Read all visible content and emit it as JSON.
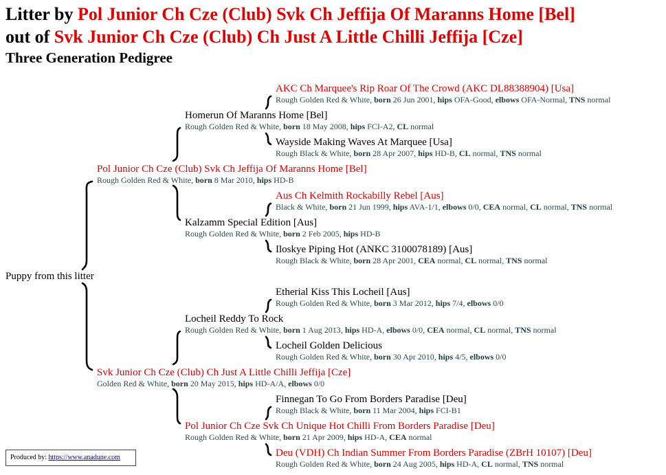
{
  "header": {
    "line1_prefix": "Litter by ",
    "sire": "Pol Junior Ch Cze (Club) Svk Ch Jeffija Of Maranns Home [Bel]",
    "line2_prefix": "out of ",
    "dam": "Svk Junior Ch Cze (Club) Ch Just A Little Chilli Jeffija [Cze]",
    "subtitle": "Three Generation Pedigree"
  },
  "puppy": "Puppy from this litter",
  "dogs": {
    "sire": {
      "name": "Pol Junior Ch Cze (Club) Svk Ch Jeffija Of Maranns Home [Bel]",
      "coat": "Rough Golden Red & White, ",
      "born": "8 Mar 2010",
      "hips": "HD-B"
    },
    "ss": {
      "name": "Homerun Of Maranns Home [Bel]",
      "coat": "Rough Golden Red & White, ",
      "born": "18 May 2008",
      "hips": "FCI-A2",
      "cl": "normal"
    },
    "sss": {
      "name": "AKC Ch Marquee's Rip Roar Of The Crowd (AKC DL88388904) [Usa]",
      "coat": "Rough Golden Red & White, ",
      "born": "26 Jun 2001",
      "hips": "OFA-Good",
      "elbows": "OFA-Normal",
      "tns": "normal"
    },
    "ssd": {
      "name": "Wayside Making Waves At Marquee [Usa]",
      "coat": "Rough Black & White, ",
      "born": "28 Apr 2007",
      "hips": "HD-B",
      "cl": "normal",
      "tns": "normal"
    },
    "sd": {
      "name": "Kalzamm Special Edition [Aus]",
      "coat": "Rough Golden Red & White, ",
      "born": "2 Feb 2005",
      "hips": "HD-B"
    },
    "sds": {
      "name": "Aus Ch Kelmith Rockabilly Rebel [Aus]",
      "coat": "Black & White, ",
      "born": "21 Jun 1999",
      "hips": "AVA-1/1",
      "elbows": "0/0",
      "cea": "normal",
      "cl": "normal",
      "tns": "normal"
    },
    "sdd": {
      "name": "Iloskye Piping Hot (ANKC 3100078189) [Aus]",
      "coat": "Rough Black & White, ",
      "born": "28 Apr 2001",
      "cea": "normal",
      "cl": "normal",
      "tns": "normal"
    },
    "dam": {
      "name": "Svk Junior Ch Cze (Club) Ch Just A Little Chilli Jeffija [Cze]",
      "coat": "Golden Red & White, ",
      "born": "20 May 2015",
      "hips": "HD-A/A",
      "elbows": "0/0"
    },
    "ds": {
      "name": "Locheil Reddy To Rock",
      "coat": "Rough Golden Red & White, ",
      "born": "1 Aug 2013",
      "hips": "HD-A",
      "elbows": "0/0",
      "cea": "normal",
      "cl": "normal",
      "tns": "normal"
    },
    "dss": {
      "name": "Etherial Kiss This Locheil [Aus]",
      "coat": "Rough Golden Red & White, ",
      "born": "3 Mar 2012",
      "hips": "7/4",
      "elbows": "0/0"
    },
    "dsd": {
      "name": "Locheil Golden Delicious",
      "coat": "Rough Golden Red & White, ",
      "born": "30 Apr 2010",
      "hips": "4/5",
      "elbows": "0/0"
    },
    "dd": {
      "name": "Pol Junior Ch Cze Svk Ch Unique Hot Chilli From Borders Paradise [Deu]",
      "coat": "Rough Golden Red & White, ",
      "born": "21 Apr 2009",
      "hips": "HD-A",
      "cea": "normal"
    },
    "dds": {
      "name": "Finnegan To Go From Borders Paradise [Deu]",
      "coat": "Rough Black & White, ",
      "born": "11 Mar 2004",
      "hips": "FCI-B1"
    },
    "ddd": {
      "name": "Deu (VDH) Ch Indian Summer From Borders Paradise (ZBrH 10107) [Deu]",
      "coat": "Rough Golden Red & White, ",
      "born": "24 Aug 2005",
      "hips": "HD-A",
      "cl": "normal",
      "tns": "normal"
    }
  },
  "labels": {
    "born": "born",
    "hips": "hips",
    "elbows": "elbows",
    "cea": "CEA",
    "cl": "CL",
    "tns": "TNS"
  },
  "footer": {
    "label": "Produced by: ",
    "link": "https://www.anadune.com"
  },
  "colors": {
    "title_red": "#e00000",
    "detail_text": "#2b4a4a"
  }
}
